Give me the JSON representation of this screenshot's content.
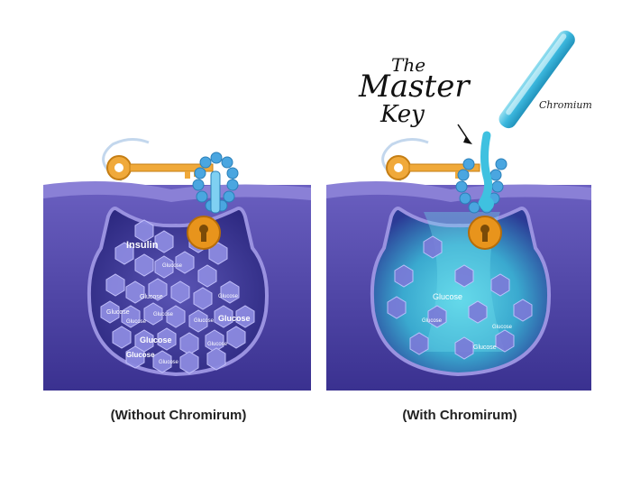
{
  "panels": {
    "left": {
      "caption": "(Without Chromirum)",
      "insulin_label": "Insulin",
      "glucose_labels": [
        "Glucose",
        "Glucose",
        "Glucose",
        "Glucose",
        "Glucose",
        "Glucose",
        "Glucose",
        "Glucose",
        "Glucose",
        "Glucose",
        "Glucose",
        "Glucose"
      ]
    },
    "right": {
      "caption": "(With Chromirum)",
      "glucose_labels": [
        "Glucose",
        "Glucose",
        "Glucose",
        "Glucose"
      ]
    }
  },
  "title": {
    "line1": "The",
    "line2": "Master",
    "line3": "Key"
  },
  "chromium_label": "Chromium",
  "colors": {
    "membrane": "#4a3f9a",
    "membrane_dark": "#2f2a78",
    "membrane_light": "#7b71c8",
    "vesicle": "#3a3495",
    "glucose": "#8f8ee6",
    "key": "#f0a93a",
    "lock": "#e8941c",
    "receptor": "#4aa6e0",
    "chromium": "#3fc1e0"
  }
}
